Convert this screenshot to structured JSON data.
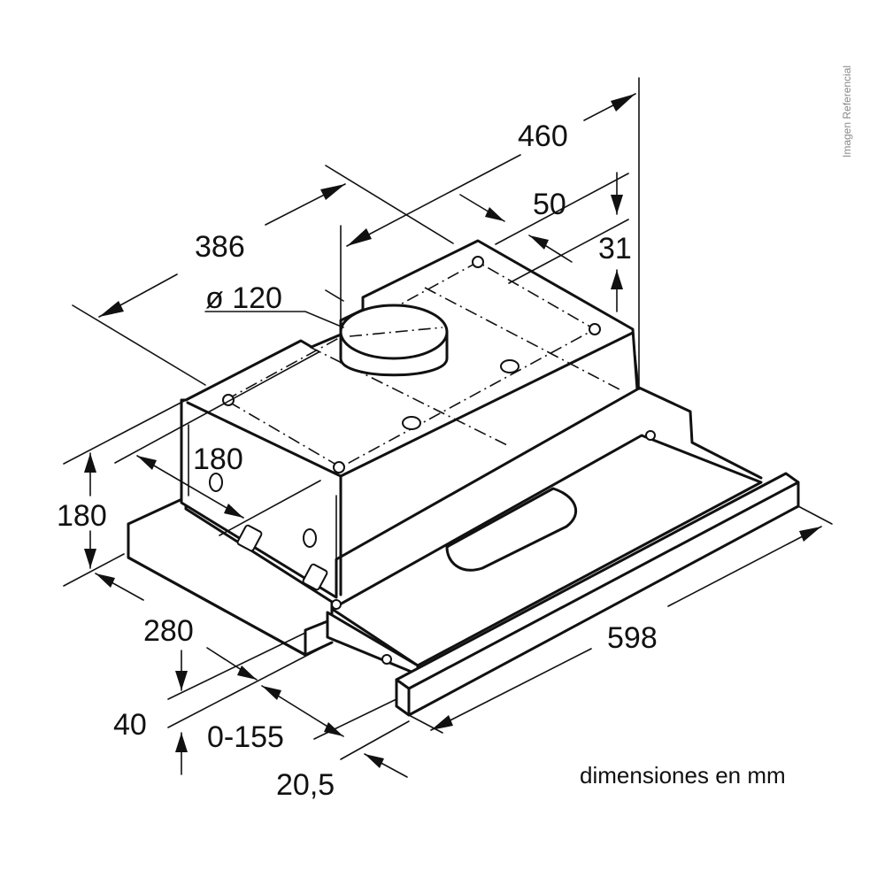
{
  "diagram": {
    "dimensions": {
      "width_total": "598",
      "depth_top": "460",
      "body_width": "386",
      "duct_diameter": "ø 120",
      "rear_offset": "50",
      "rear_clearance": "31",
      "inner_depth": "180",
      "height": "180",
      "base_depth": "280",
      "front_height": "40",
      "extension": "0-155",
      "front_thickness": "20,5"
    },
    "units_note": "dimensiones en mm",
    "watermark": "Imagen Referencial",
    "colors": {
      "line": "#111111",
      "background": "#ffffff",
      "watermark": "#8a8a8a"
    }
  }
}
